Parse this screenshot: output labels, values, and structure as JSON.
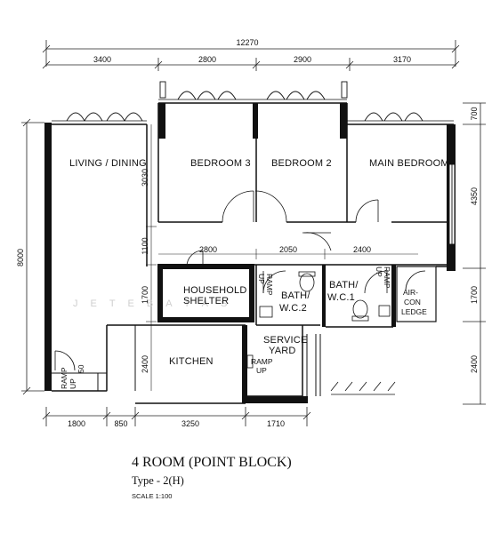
{
  "dimensions": {
    "overall": "12270",
    "top": [
      "3400",
      "2800",
      "2900",
      "3170"
    ],
    "right": [
      "700",
      "4350",
      "1700",
      "2400"
    ],
    "left": "8000",
    "bottom": [
      "1800",
      "850",
      "3250",
      "1710"
    ],
    "inner_v": [
      "3030",
      "1100",
      "1700",
      "2400"
    ],
    "inner_h": [
      "2800",
      "2050",
      "2400"
    ]
  },
  "rooms": {
    "living": "LIVING / DINING",
    "bedroom3": "BEDROOM 3",
    "bedroom2": "BEDROOM 2",
    "main_bedroom": "MAIN BEDROOM",
    "shelter_1": "HOUSEHOLD",
    "shelter_2": "SHELTER",
    "bath2_1": "BATH/",
    "bath2_2": "W.C.2",
    "bath1_1": "BATH/",
    "bath1_2": "W.C.1",
    "aircon_1": "AIR-",
    "aircon_2": "CON",
    "aircon_3": "LEDGE",
    "kitchen": "KITCHEN",
    "service_1": "SERVICE",
    "service_2": "YARD"
  },
  "annotations": {
    "ramp": "RAMP",
    "up": "UP",
    "fifty": "50"
  },
  "watermark": "JETEBATAS",
  "title": {
    "main": "4 ROOM (POINT BLOCK)",
    "type": "Type - 2(H)",
    "scale": "SCALE  1:100"
  }
}
